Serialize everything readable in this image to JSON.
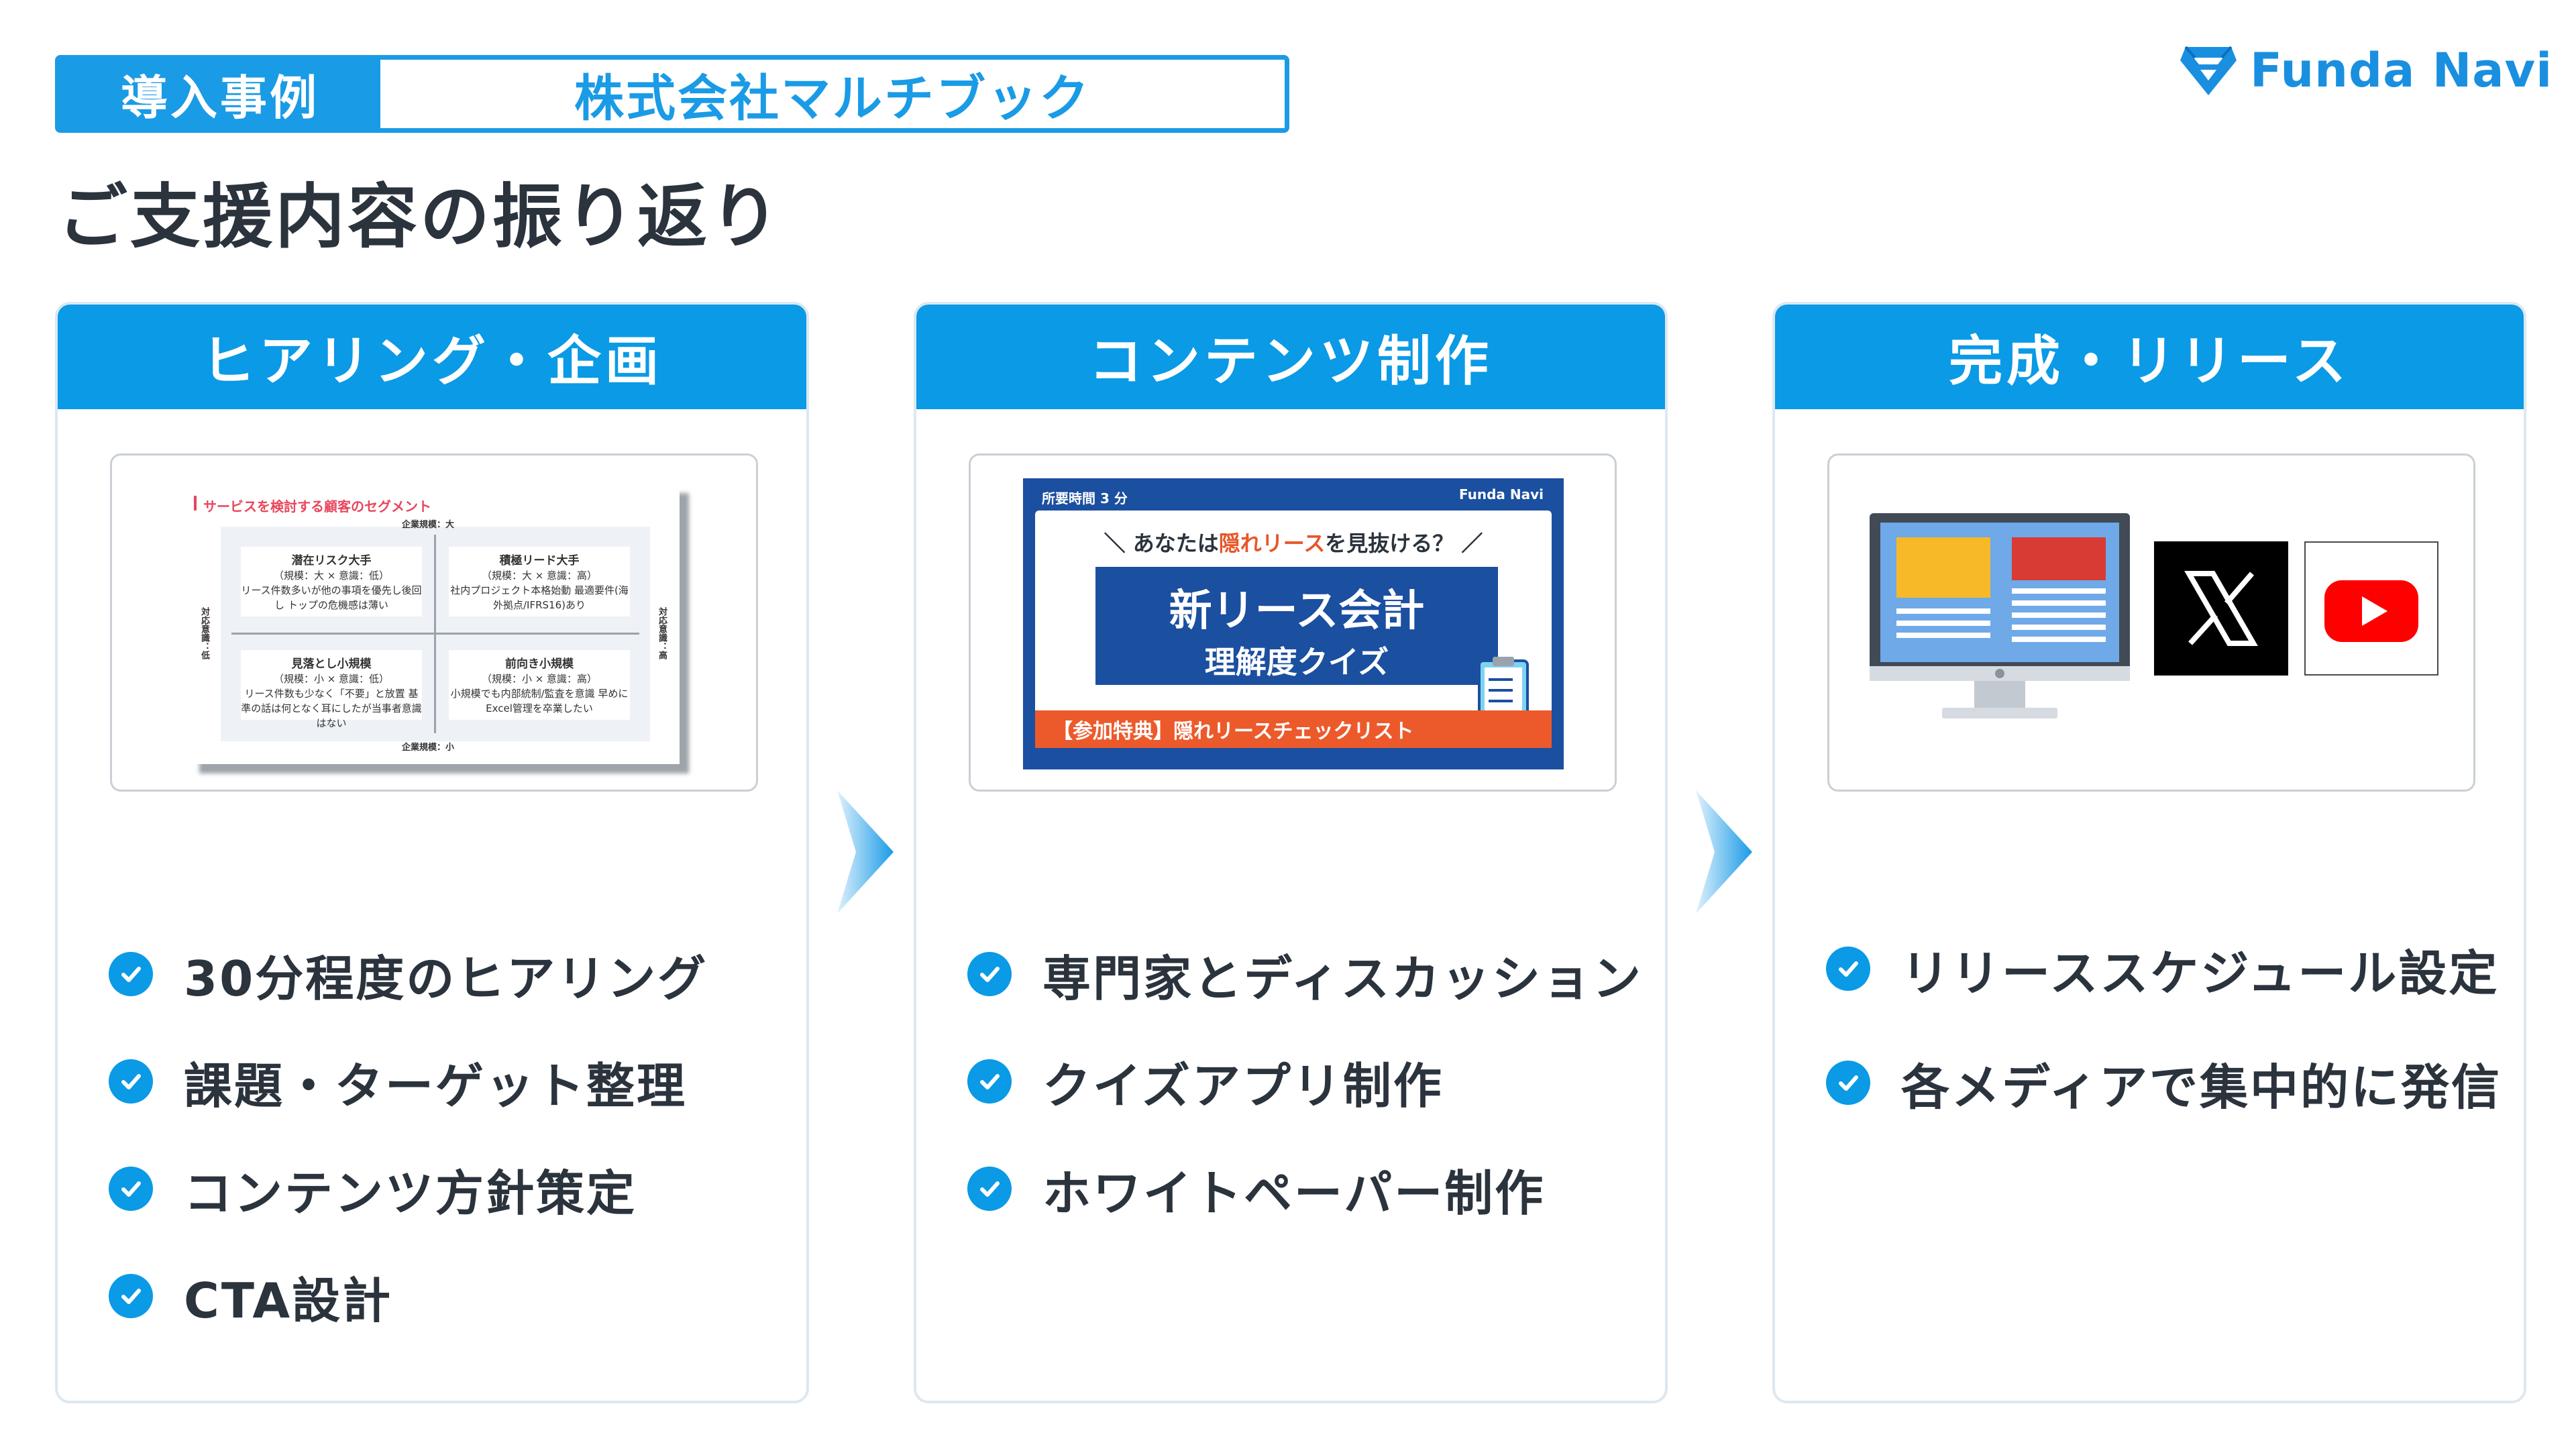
{
  "header": {
    "tag_label": "導入事例",
    "company": "株式会社マルチブック",
    "title": "ご支援内容の振り返り"
  },
  "logo": {
    "text": "Funda Navi",
    "icon": "funda-navi-logo-icon",
    "color": "#1a8fe0"
  },
  "colors": {
    "accent": "#0a9ae6",
    "text": "#2b333d",
    "border": "#dde8f1"
  },
  "columns": [
    {
      "title": "ヒアリング・企画",
      "items": [
        "30分程度のヒアリング",
        "課題・ターゲット整理",
        "コンテンツ方針策定",
        "CTA設計"
      ]
    },
    {
      "title": "コンテンツ制作",
      "items": [
        "専門家とディスカッション",
        "クイズアプリ制作",
        "ホワイトペーパー制作"
      ]
    },
    {
      "title": "完成・リリース",
      "items": [
        "リリーススケジュール設定",
        "各メディアで集中的に発信"
      ]
    }
  ],
  "thumb1": {
    "title": "サービスを検討する顧客のセグメント",
    "axis_top": "企業規模：大",
    "axis_bottom": "企業規模：小",
    "axis_left": "対応意識：低",
    "axis_right": "対応意識：高",
    "quadrants": [
      {
        "name": "潜在リスク大手",
        "tag": "（規模：大 × 意識：低）",
        "desc": "リース件数多いが他の事項を優先し後回し トップの危機感は薄い"
      },
      {
        "name": "積極リード大手",
        "tag": "（規模：大 × 意識：高）",
        "desc": "社内プロジェクト本格始動 最適要件(海外拠点/IFRS16)あり"
      },
      {
        "name": "見落とし小規模",
        "tag": "（規模：小 × 意識：低）",
        "desc": "リース件数も少なく「不要」と放置 基準の話は何となく耳にしたが当事者意識はない"
      },
      {
        "name": "前向き小規模",
        "tag": "（規模：小 × 意識：高）",
        "desc": "小規模でも内部統制/監査を意識 早めにExcel管理を卒業したい"
      }
    ]
  },
  "thumb2": {
    "duration": "所要時間 3 分",
    "brand": "Funda Navi",
    "question_pre": "＼ あなたは",
    "question_hl": "隠れリース",
    "question_post": "を見抜ける？ ／",
    "main": "新リース会計",
    "sub": "理解度クイズ",
    "strip": "【参加特典】隠れリースチェックリスト"
  },
  "thumb3": {
    "icons": [
      "desktop-monitor-icon",
      "x-logo-icon",
      "youtube-logo-icon"
    ]
  }
}
